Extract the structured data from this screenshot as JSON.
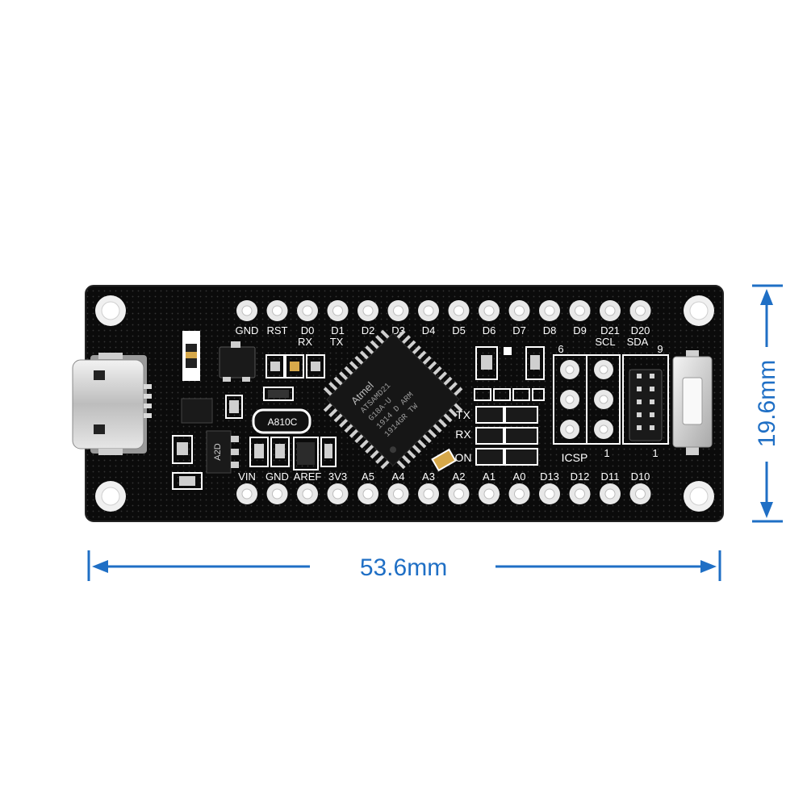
{
  "board": {
    "top_pin_labels": [
      "GND",
      "RST",
      "D0",
      "D1",
      "D2",
      "D3",
      "D4",
      "D5",
      "D6",
      "D7",
      "D8",
      "D9",
      "D21",
      "D20"
    ],
    "top_sub_labels": [
      "RX",
      "TX",
      "SCL",
      "SDA"
    ],
    "bottom_pin_labels": [
      "VIN",
      "GND",
      "AREF",
      "3V3",
      "A5",
      "A4",
      "A3",
      "A2",
      "A1",
      "A0",
      "D13",
      "D12",
      "D11",
      "D10"
    ],
    "chip_lines": [
      "Atmel",
      "ATSAMD21",
      "G18A-U",
      "1914 D ARM",
      "1914GR TW"
    ],
    "crystal_label": "A810C",
    "regulator_label": "A2D",
    "led_labels": [
      "TX",
      "RX",
      "ON"
    ],
    "header_labels": {
      "icsp": "ICSP",
      "icsp_six": "6",
      "icsp_one": "1",
      "swd_nine": "9",
      "swd_one": "1"
    }
  },
  "dimensions": {
    "width_label": "53.6mm",
    "height_label": "19.6mm"
  },
  "colors": {
    "board": "#0b0b0b",
    "silkscreen": "#ffffff",
    "dimension": "#1f6fc5",
    "pad": "#e8e8e8"
  }
}
